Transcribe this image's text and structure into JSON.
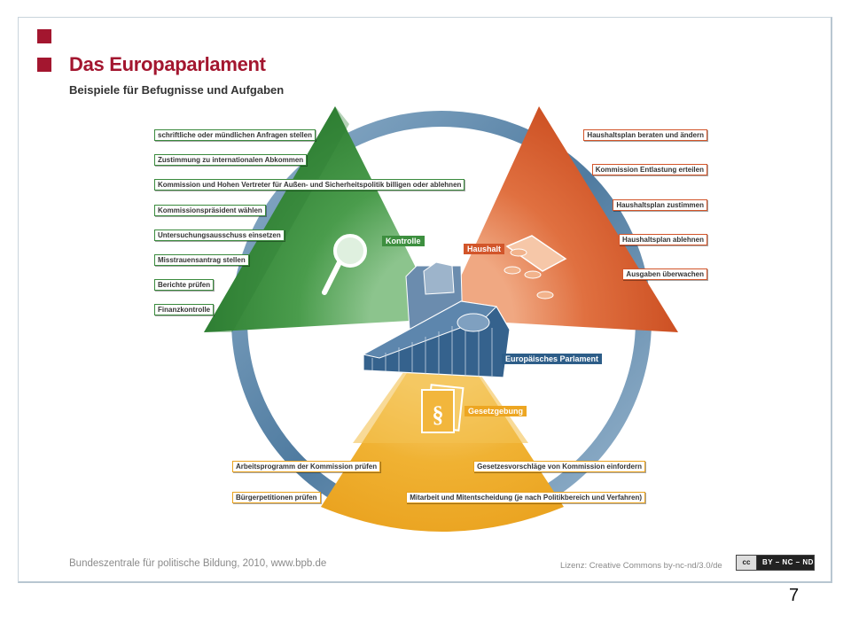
{
  "header": {
    "title": "Das Europaparlament",
    "subtitle": "Beispiele für Befugnisse und Aufgaben"
  },
  "center": {
    "label": "Europäisches Parlament"
  },
  "sections": {
    "kontrolle": {
      "label": "Kontrolle",
      "items": [
        "schriftliche oder mündlichen Anfragen stellen",
        "Zustimmung zu internationalen Abkommen",
        "Kommission und Hohen Vertreter für Außen- und Sicherheitspolitik billigen oder ablehnen",
        "Kommissionspräsident wählen",
        "Untersuchungsausschuss einsetzen",
        "Misstrauensantrag stellen",
        "Berichte prüfen",
        "Finanzkontrolle"
      ]
    },
    "haushalt": {
      "label": "Haushalt",
      "items": [
        "Haushaltsplan beraten und ändern",
        "Kommission Entlastung erteilen",
        "Haushaltsplan zustimmen",
        "Haushaltsplan ablehnen",
        "Ausgaben überwachen"
      ]
    },
    "gesetzgebung": {
      "label": "Gesetzgebung",
      "items": [
        "Arbeitsprogramm der Kommission prüfen",
        "Gesetzesvorschläge von Kommission einfordern",
        "Bürgerpetitionen prüfen",
        "Mitarbeit und Mitentscheidung (je nach Politikbereich und Verfahren)"
      ]
    }
  },
  "footer": {
    "source": "Bundeszentrale für politische Bildung, 2010, www.bpb.de",
    "license": "Lizenz: Creative Commons by-nc-nd/3.0/de",
    "cc_logo": "cc",
    "cc_text": "BY – NC – ND"
  },
  "page_number": "7",
  "colors": {
    "accent": "#a3162f",
    "green": "#3d8f3f",
    "orange": "#d2552a",
    "yellow": "#eda622",
    "ring": "#5a84a8"
  },
  "icons": [
    "magnifier-icon",
    "coins-icon",
    "paragraph-document-icon",
    "parliament-building-icon"
  ]
}
